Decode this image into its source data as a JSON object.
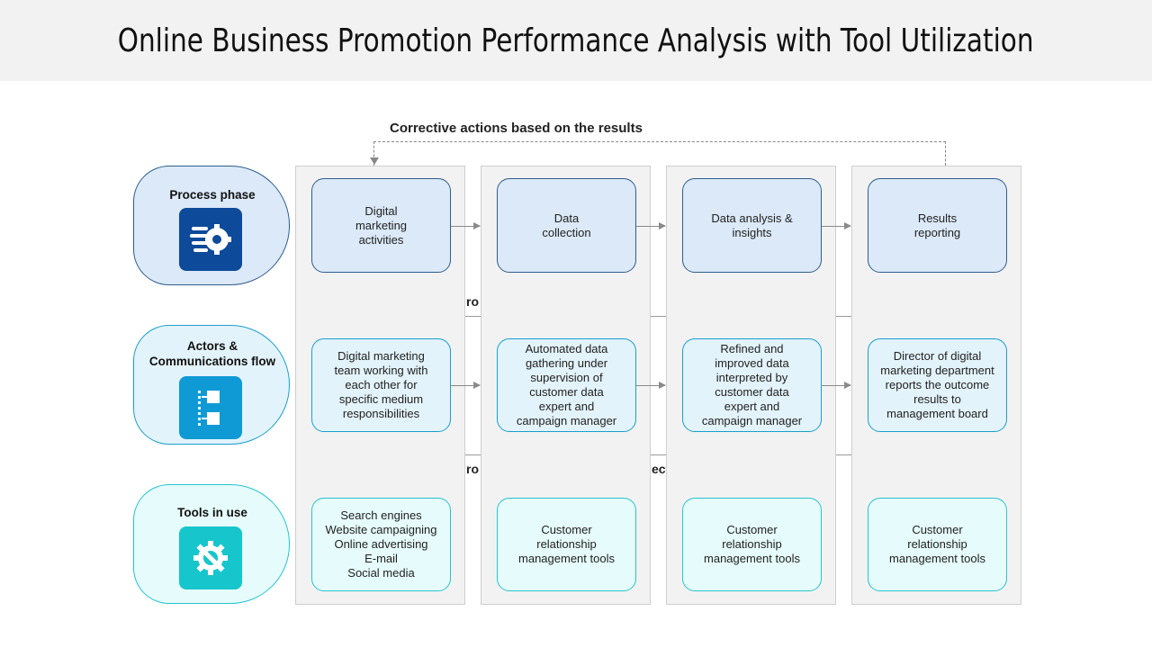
{
  "title": "Online Business Promotion Performance Analysis with Tool Utilization",
  "feedback_label": "Corrective actions based on the results",
  "lanes": [
    {
      "label": "Process phase",
      "icon": "process-gear-icon",
      "color": "#0d4a9a"
    },
    {
      "label": "Actors &\nCommunications flow",
      "icon": "flowchart-icon",
      "color": "#0f9ad6"
    },
    {
      "label": "Tools in use",
      "icon": "wrench-gear-icon",
      "color": "#16c6cc"
    }
  ],
  "partial_texts": [
    "ro",
    "ro",
    "ect"
  ],
  "phases": [
    "Digital\nmarketing\nactivities",
    "Data\ncollection",
    "Data analysis &\ninsights",
    "Results\nreporting"
  ],
  "actors": [
    "Digital marketing\nteam working with\neach other for\nspecific medium\nresponsibilities",
    "Automated data\ngathering under\nsupervision of\ncustomer data\nexpert and\ncampaign manager",
    "Refined and\nimproved data\ninterpreted by\ncustomer data\nexpert and\ncampaign manager",
    "Director of digital\nmarketing department\nreports the outcome\nresults to\nmanagement board"
  ],
  "tools": [
    "Search engines\nWebsite campaigning\nOnline advertising\nE-mail\nSocial media",
    "Customer\nrelationship\nmanagement tools",
    "Customer\nrelationship\nmanagement tools",
    "Customer\nrelationship\nmanagement tools"
  ]
}
